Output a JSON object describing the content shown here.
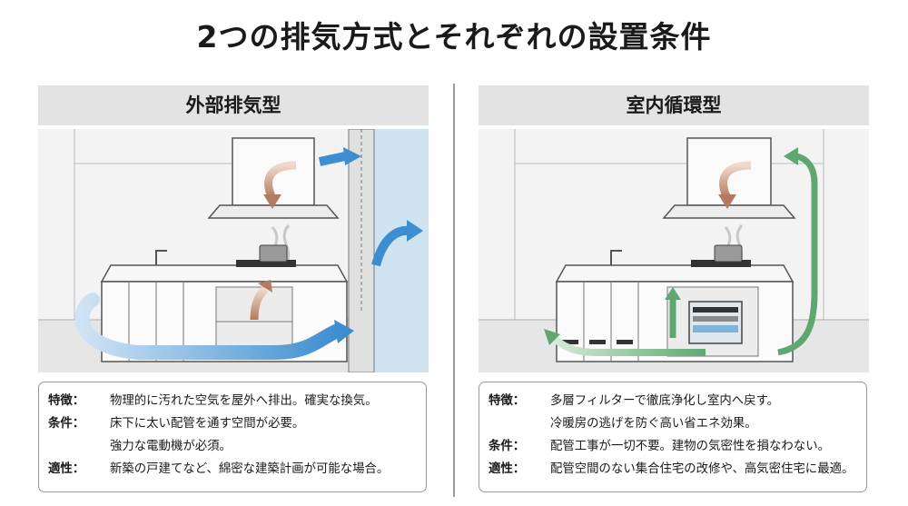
{
  "title": "2つの排気方式とそれぞれの設置条件",
  "colors": {
    "exhaust_arrow": "#3d8ed0",
    "internal_arrow": "#b27a5e",
    "circulation_arrow": "#5ea870",
    "header_bg": "#e3e3e3",
    "line": "#555555"
  },
  "panels": [
    {
      "heading": "外部排気型",
      "features": [
        {
          "label": "特徴：",
          "text": "物理的に汚れた空気を屋外へ排出。確実な換気。"
        },
        {
          "label": "条件：",
          "text": "床下に太い配管を通す空間が必要。"
        },
        {
          "label": "",
          "text": "強力な電動機が必須。"
        },
        {
          "label": "適性：",
          "text": "新築の戸建てなど、綿密な建築計画が可能な場合。"
        }
      ]
    },
    {
      "heading": "室内循環型",
      "features": [
        {
          "label": "特徴：",
          "text": "多層フィルターで徹底浄化し室内へ戻す。"
        },
        {
          "label": "",
          "text": "冷暖房の逃げを防ぐ高い省エネ効果。"
        },
        {
          "label": "条件：",
          "text": "配管工事が一切不要。建物の気密性を損なわない。"
        },
        {
          "label": "適性：",
          "text": "配管空間のない集合住宅の改修や、高気密住宅に最適。"
        }
      ]
    }
  ]
}
